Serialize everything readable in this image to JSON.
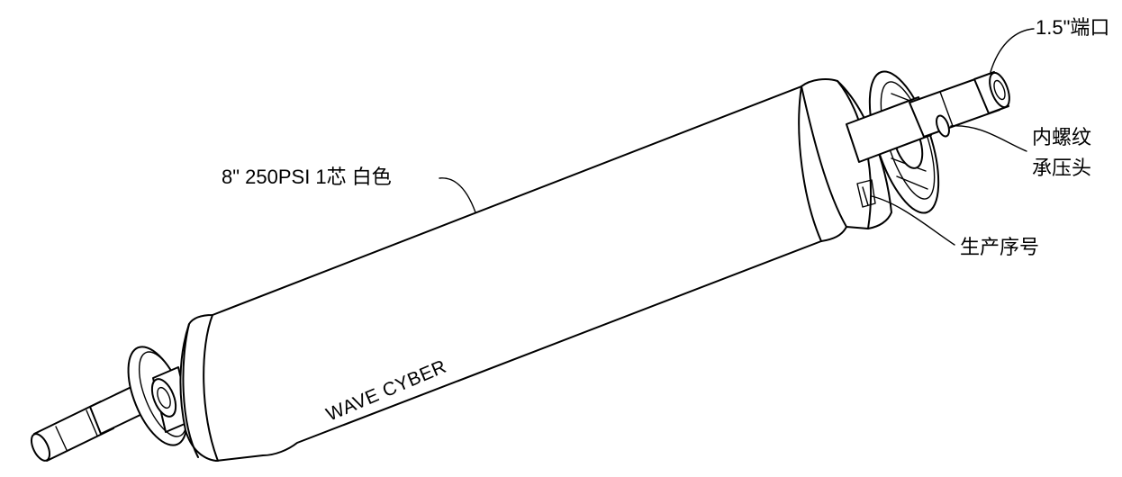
{
  "labels": {
    "spec": "8\" 250PSI 1芯 白色",
    "port": "1.5\"端口",
    "inner_thread": "内螺纹",
    "pressure_head": "承压头",
    "serial_number": "生产序号",
    "brand": "WAVE CYBER"
  },
  "colors": {
    "line": "#000000",
    "background": "#ffffff"
  }
}
